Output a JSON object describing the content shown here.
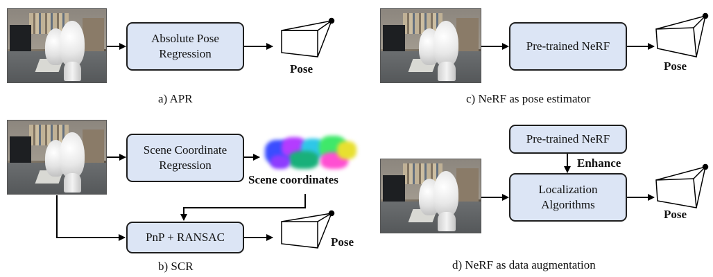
{
  "panels": {
    "apr": {
      "caption": "a) APR",
      "box_label": "Absolute Pose Regression",
      "pose_label": "Pose"
    },
    "nerf_pose": {
      "caption": "c) NeRF as pose estimator",
      "box_label": "Pre-trained NeRF",
      "pose_label": "Pose"
    },
    "scr": {
      "caption": "b) SCR",
      "scr_box_label": "Scene Coordinate Regression",
      "scene_coords_label": "Scene coordinates",
      "pnp_box_label": "PnP + RANSAC",
      "pose_label": "Pose"
    },
    "nerf_aug": {
      "caption": "d) NeRF as data augmentation",
      "nerf_box_label": "Pre-trained NeRF",
      "enhance_label": "Enhance",
      "loc_box_label": "Localization Algorithms",
      "pose_label": "Pose"
    }
  },
  "colors": {
    "box_fill": "#dce5f5",
    "box_border": "#1e1e1e",
    "arrow": "#000000"
  }
}
